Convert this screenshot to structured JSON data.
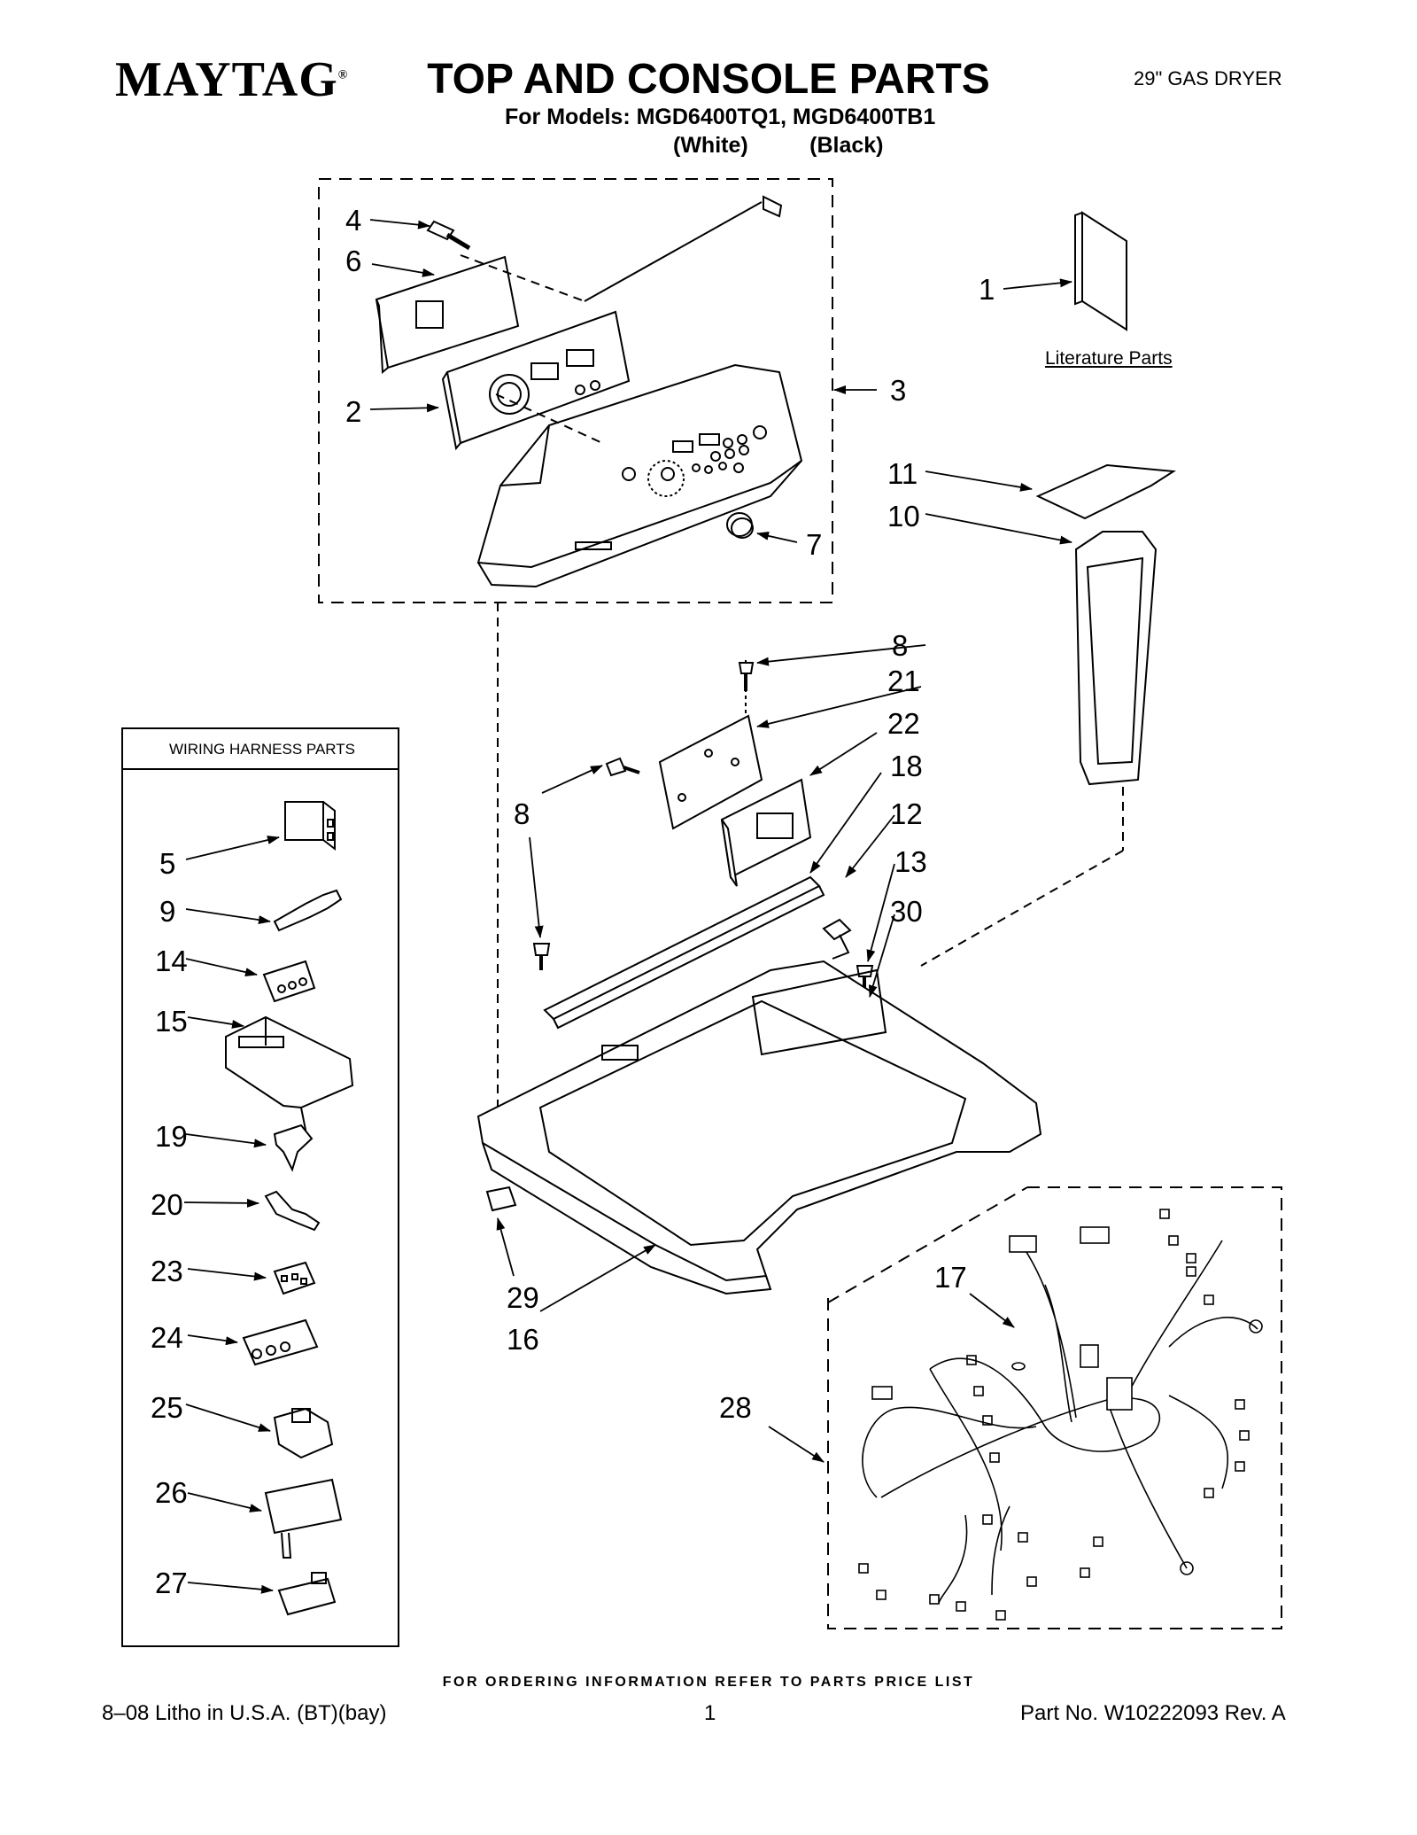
{
  "header": {
    "brand": "MAYTAG",
    "brand_mark": "®",
    "title": "TOP AND CONSOLE PARTS",
    "product": "29\" GAS DRYER",
    "models": "For Models: MGD6400TQ1, MGD6400TB1",
    "variants": "(White)          (Black)"
  },
  "labels": {
    "literature_parts": "Literature Parts",
    "wiring_harness_parts": "WIRING HARNESS PARTS"
  },
  "callouts": [
    "4",
    "6",
    "2",
    "3",
    "1",
    "11",
    "10",
    "7",
    "8",
    "21",
    "22",
    "18",
    "8",
    "12",
    "13",
    "30",
    "5",
    "9",
    "14",
    "15",
    "19",
    "20",
    "23",
    "24",
    "25",
    "26",
    "27",
    "29",
    "16",
    "17",
    "28"
  ],
  "footer": {
    "ordering_info": "FOR ORDERING INFORMATION REFER TO PARTS PRICE LIST",
    "litho": "8–08 Litho in U.S.A. (BT)(bay)",
    "page": "1",
    "part_number": "Part No. W10222093 Rev. A"
  }
}
